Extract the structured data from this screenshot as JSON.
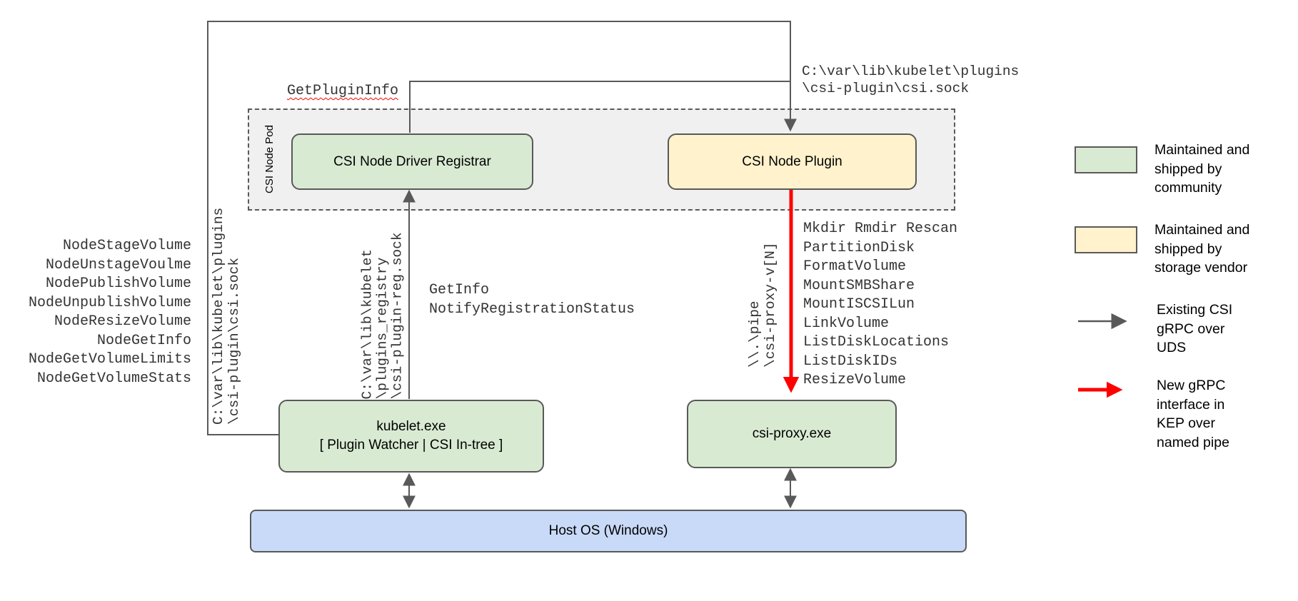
{
  "pod_label": "CSI Node Pod",
  "boxes": {
    "registrar": {
      "label": "CSI Node Driver Registrar"
    },
    "plugin": {
      "label": "CSI Node Plugin"
    },
    "kubelet": {
      "line1": "kubelet.exe",
      "line2": "[ Plugin Watcher | CSI In-tree ]"
    },
    "csi_proxy": {
      "label": "csi-proxy.exe"
    },
    "host_os": {
      "label": "Host OS (Windows)"
    }
  },
  "rpc": {
    "get_plugin_info": "GetPluginInfo",
    "kubelet_node_calls": [
      "NodeStageVolume",
      "NodeUnstageVoulme",
      "NodePublishVolume",
      "NodeUnpublishVolume",
      "NodeResizeVolume",
      "NodeGetInfo",
      "NodeGetVolumeLimits",
      "NodeGetVolumeStats"
    ],
    "registration_calls": [
      "GetInfo",
      "NotifyRegistrationStatus"
    ],
    "proxy_calls": [
      "Mkdir Rmdir Rescan",
      "PartitionDisk",
      "FormatVolume",
      "MountSMBShare",
      "MountISCSILun",
      "LinkVolume",
      "ListDiskLocations",
      "ListDiskIDs",
      "ResizeVolume"
    ]
  },
  "paths": {
    "uds_socket": [
      "C:\\var\\lib\\kubelet\\plugins",
      "\\csi-plugin\\csi.sock"
    ],
    "registration_socket": [
      "C:\\var\\lib\\kubelet",
      "\\plugins_registry",
      "\\csi-plugin-reg.sock"
    ],
    "named_pipe": [
      "\\\\.\\pipe",
      "\\csi-proxy-v[N]"
    ]
  },
  "legend": {
    "community": "Maintained and\nshipped by\ncommunity",
    "vendor": "Maintained and\nshipped by\nstorage vendor",
    "existing_rpc": "Existing CSI\ngRPC over\nUDS",
    "new_rpc": "New gRPC\ninterface in\nKEP over\nnamed pipe"
  },
  "colors": {
    "community_fill": "#d9ead3",
    "vendor_fill": "#fff2cc",
    "host_fill": "#c9daf8",
    "pod_fill": "#f0f0f0",
    "line": "#595959",
    "new_rpc_arrow": "#ff0000"
  }
}
